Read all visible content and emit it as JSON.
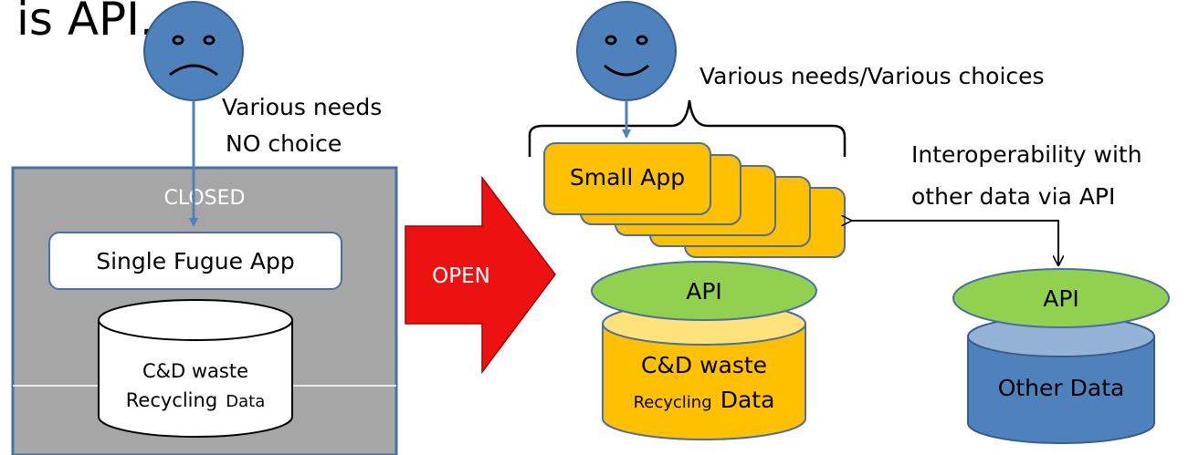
{
  "header_fragment": "is API.",
  "left": {
    "needs_line1": "Various needs",
    "needs_line2": "NO choice",
    "closed_label": "CLOSED",
    "app_label": "Single Fugue App",
    "db_line1": "C&D  waste",
    "db_line2_a": "Recycling",
    "db_line2_b": "Data",
    "face": "sad"
  },
  "arrow": {
    "label": "OPEN",
    "color": "#ee1111"
  },
  "middle": {
    "choices_label": "Various needs/Various choices",
    "app_label": "Small App",
    "api_label": "API",
    "db_line1": "C&D waste",
    "db_line2_a": "Recycling",
    "db_line2_b": "Data",
    "face": "happy"
  },
  "right": {
    "interop_line1": "Interoperability with",
    "interop_line2": "other data  via API",
    "api_label": "API",
    "db_label": "Other Data"
  },
  "colors": {
    "closed_box": "#a6a6a6",
    "closed_border": "#4a6fa5",
    "face": "#4f81bd",
    "app_yellow": "#ffc000",
    "api_green": "#92d050",
    "db_yellow_top": "#ffe27a",
    "db_blue": "#4f81bd",
    "db_blue_top": "#95b3d7",
    "connector": "#4f81bd"
  }
}
